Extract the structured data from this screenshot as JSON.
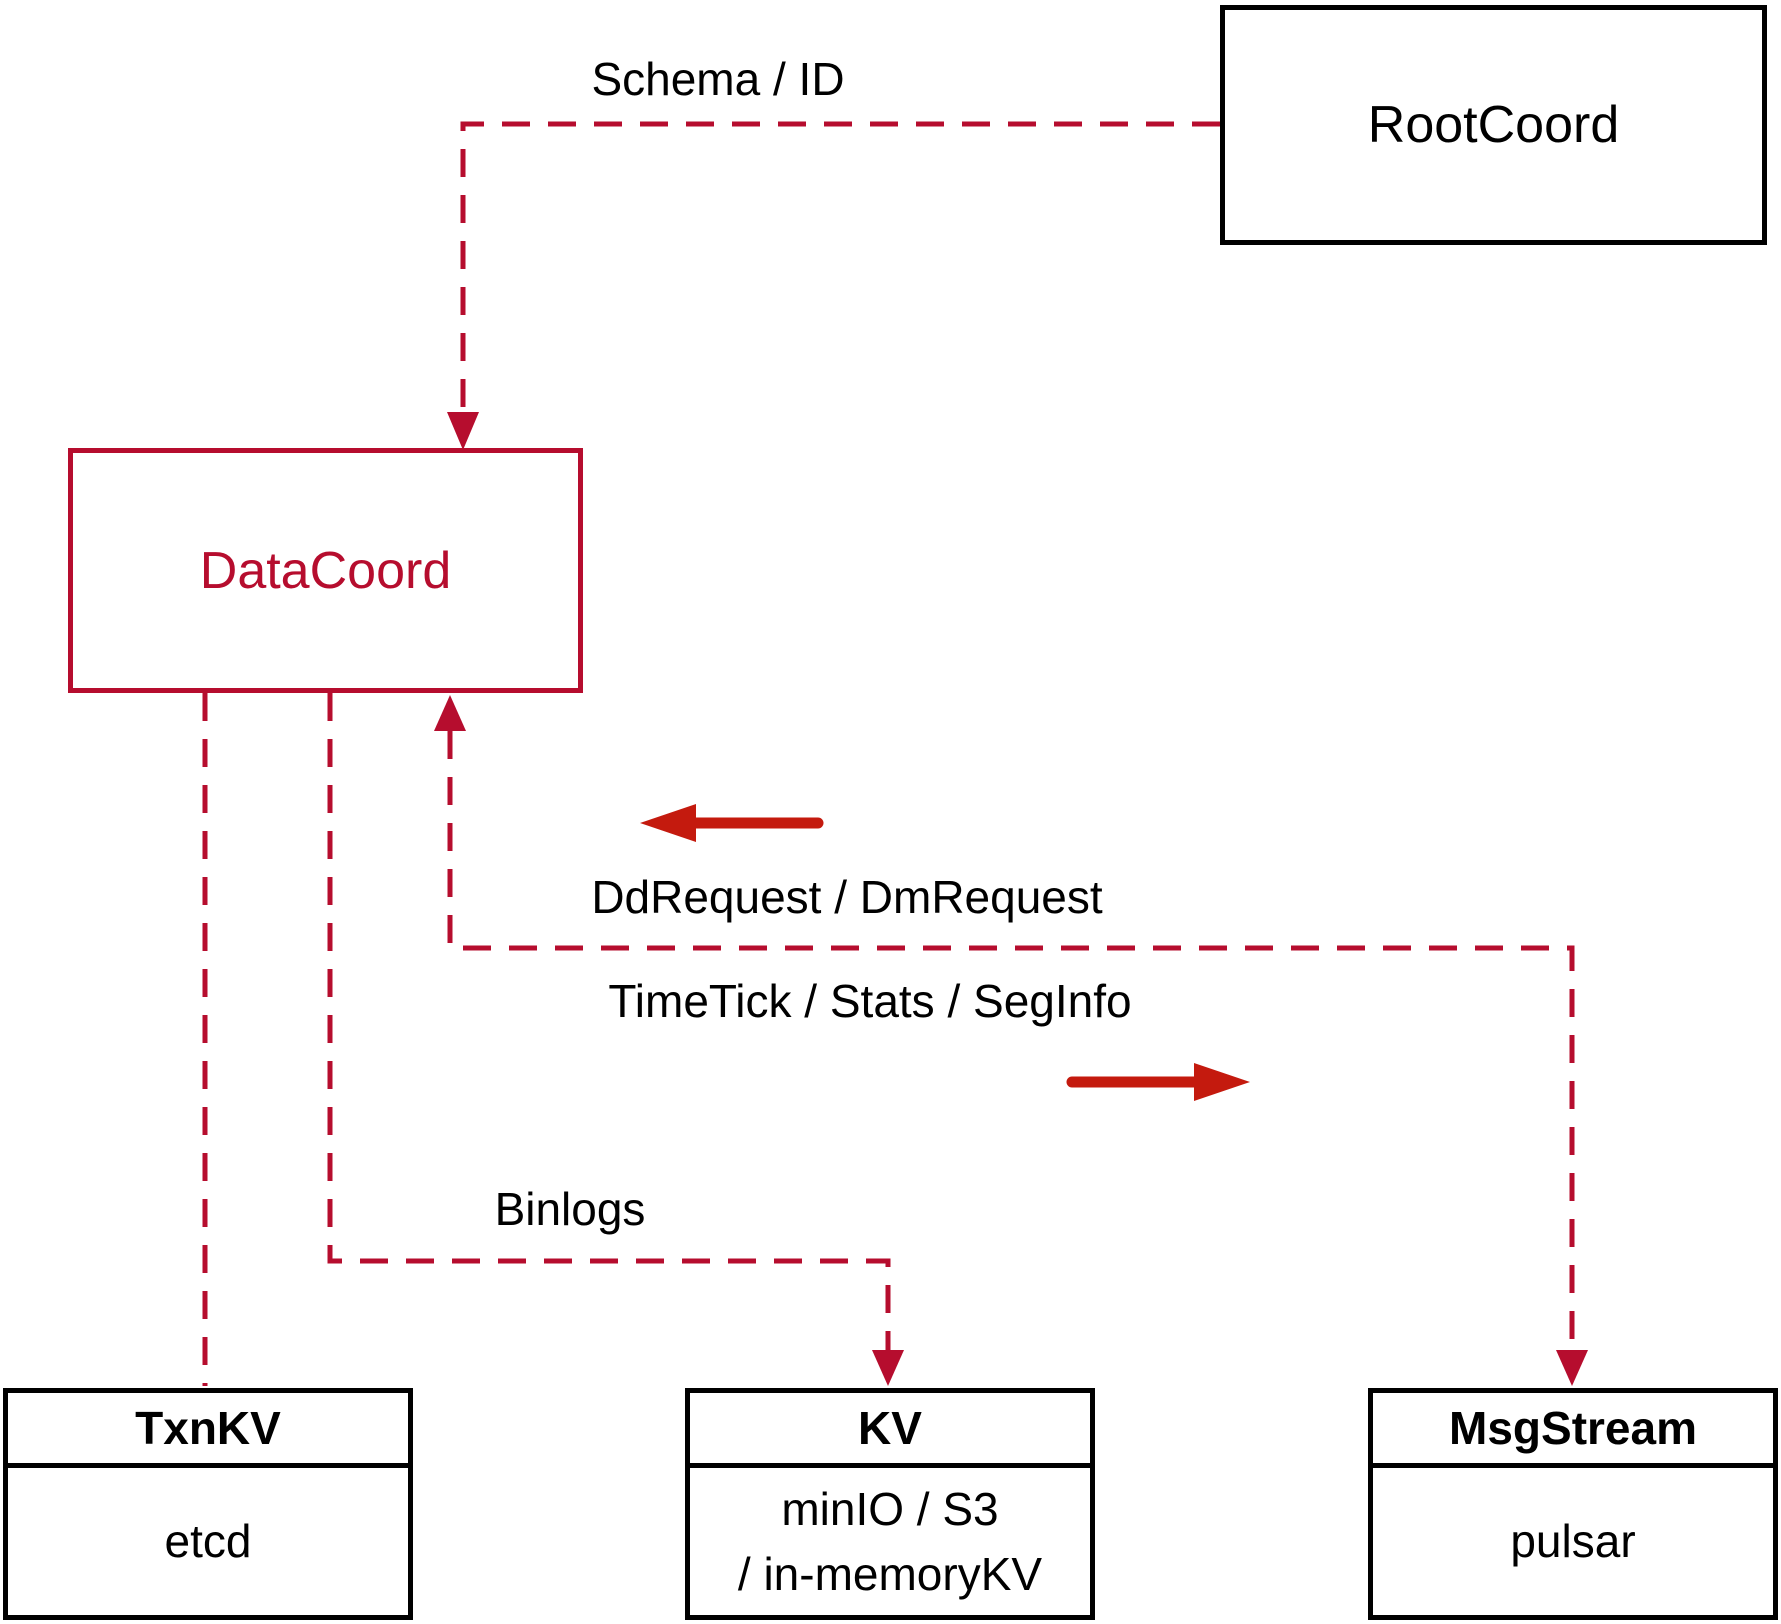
{
  "diagram": {
    "nodes": {
      "rootcoord": {
        "label": "RootCoord"
      },
      "datacoord": {
        "label": "DataCoord"
      },
      "txnkv": {
        "title": "TxnKV",
        "body": "etcd"
      },
      "kv": {
        "title": "KV",
        "body_line1": "minIO / S3",
        "body_line2": "/ in-memoryKV"
      },
      "msgstream": {
        "title": "MsgStream",
        "body": "pulsar"
      }
    },
    "edge_labels": {
      "schema_id": "Schema / ID",
      "dd_dm_request": "DdRequest / DmRequest",
      "timetick_stats_seginfo": "TimeTick / Stats / SegInfo",
      "binlogs": "Binlogs"
    },
    "colors": {
      "dashed_line_crimson": "#b60d2e",
      "solid_arrow_red": "#c41a0e",
      "box_border_black": "#000000",
      "background": "#ffffff"
    }
  }
}
